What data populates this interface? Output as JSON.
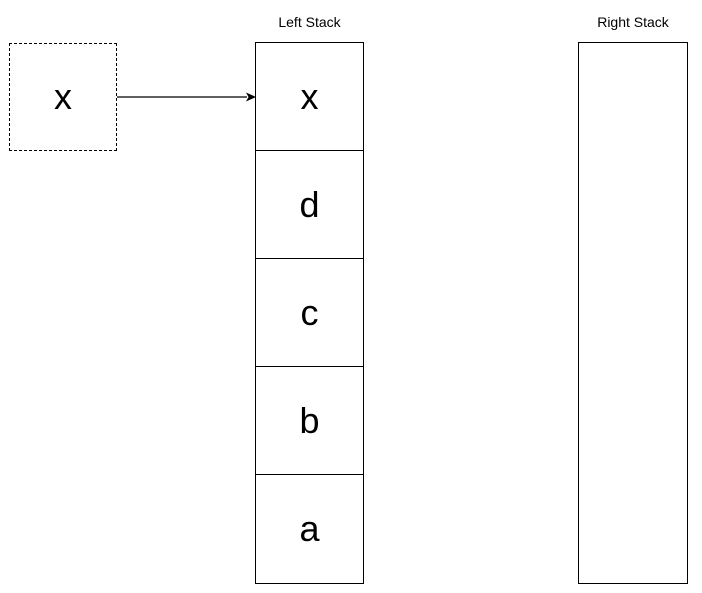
{
  "incoming": {
    "label": "x"
  },
  "left_stack": {
    "title": "Left Stack",
    "items": [
      "x",
      "d",
      "c",
      "b",
      "a"
    ]
  },
  "right_stack": {
    "title": "Right Stack",
    "items": []
  }
}
